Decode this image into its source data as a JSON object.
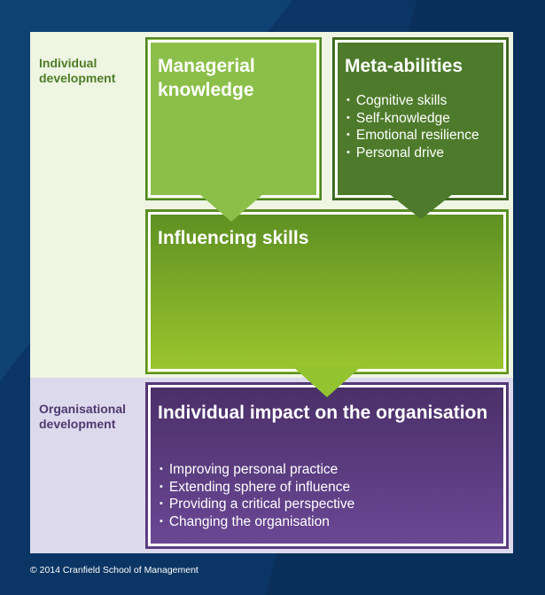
{
  "row_labels": {
    "individual": "Individual development",
    "organisational": "Organisational development"
  },
  "boxes": {
    "managerial": {
      "title": "Managerial knowledge"
    },
    "meta": {
      "title": "Meta-abilities",
      "items": [
        "Cognitive skills",
        "Self-knowledge",
        "Emotional resilience",
        "Personal drive"
      ]
    },
    "influencing": {
      "title": "Influencing skills"
    },
    "impact": {
      "title": "Individual impact on the organisation",
      "items": [
        "Improving personal practice",
        "Extending sphere of influence",
        "Providing a critical perspective",
        "Changing the organisation"
      ]
    }
  },
  "copyright": "© 2014 Cranfield School of Management",
  "colors": {
    "individual_panel": "#eef5e3",
    "organisational_panel": "#ddd9ec",
    "green_light": "#8cbf4a",
    "green_dark": "#4e7b2b",
    "purple": "#5a3c80",
    "background_navy": "#0f3f70"
  }
}
